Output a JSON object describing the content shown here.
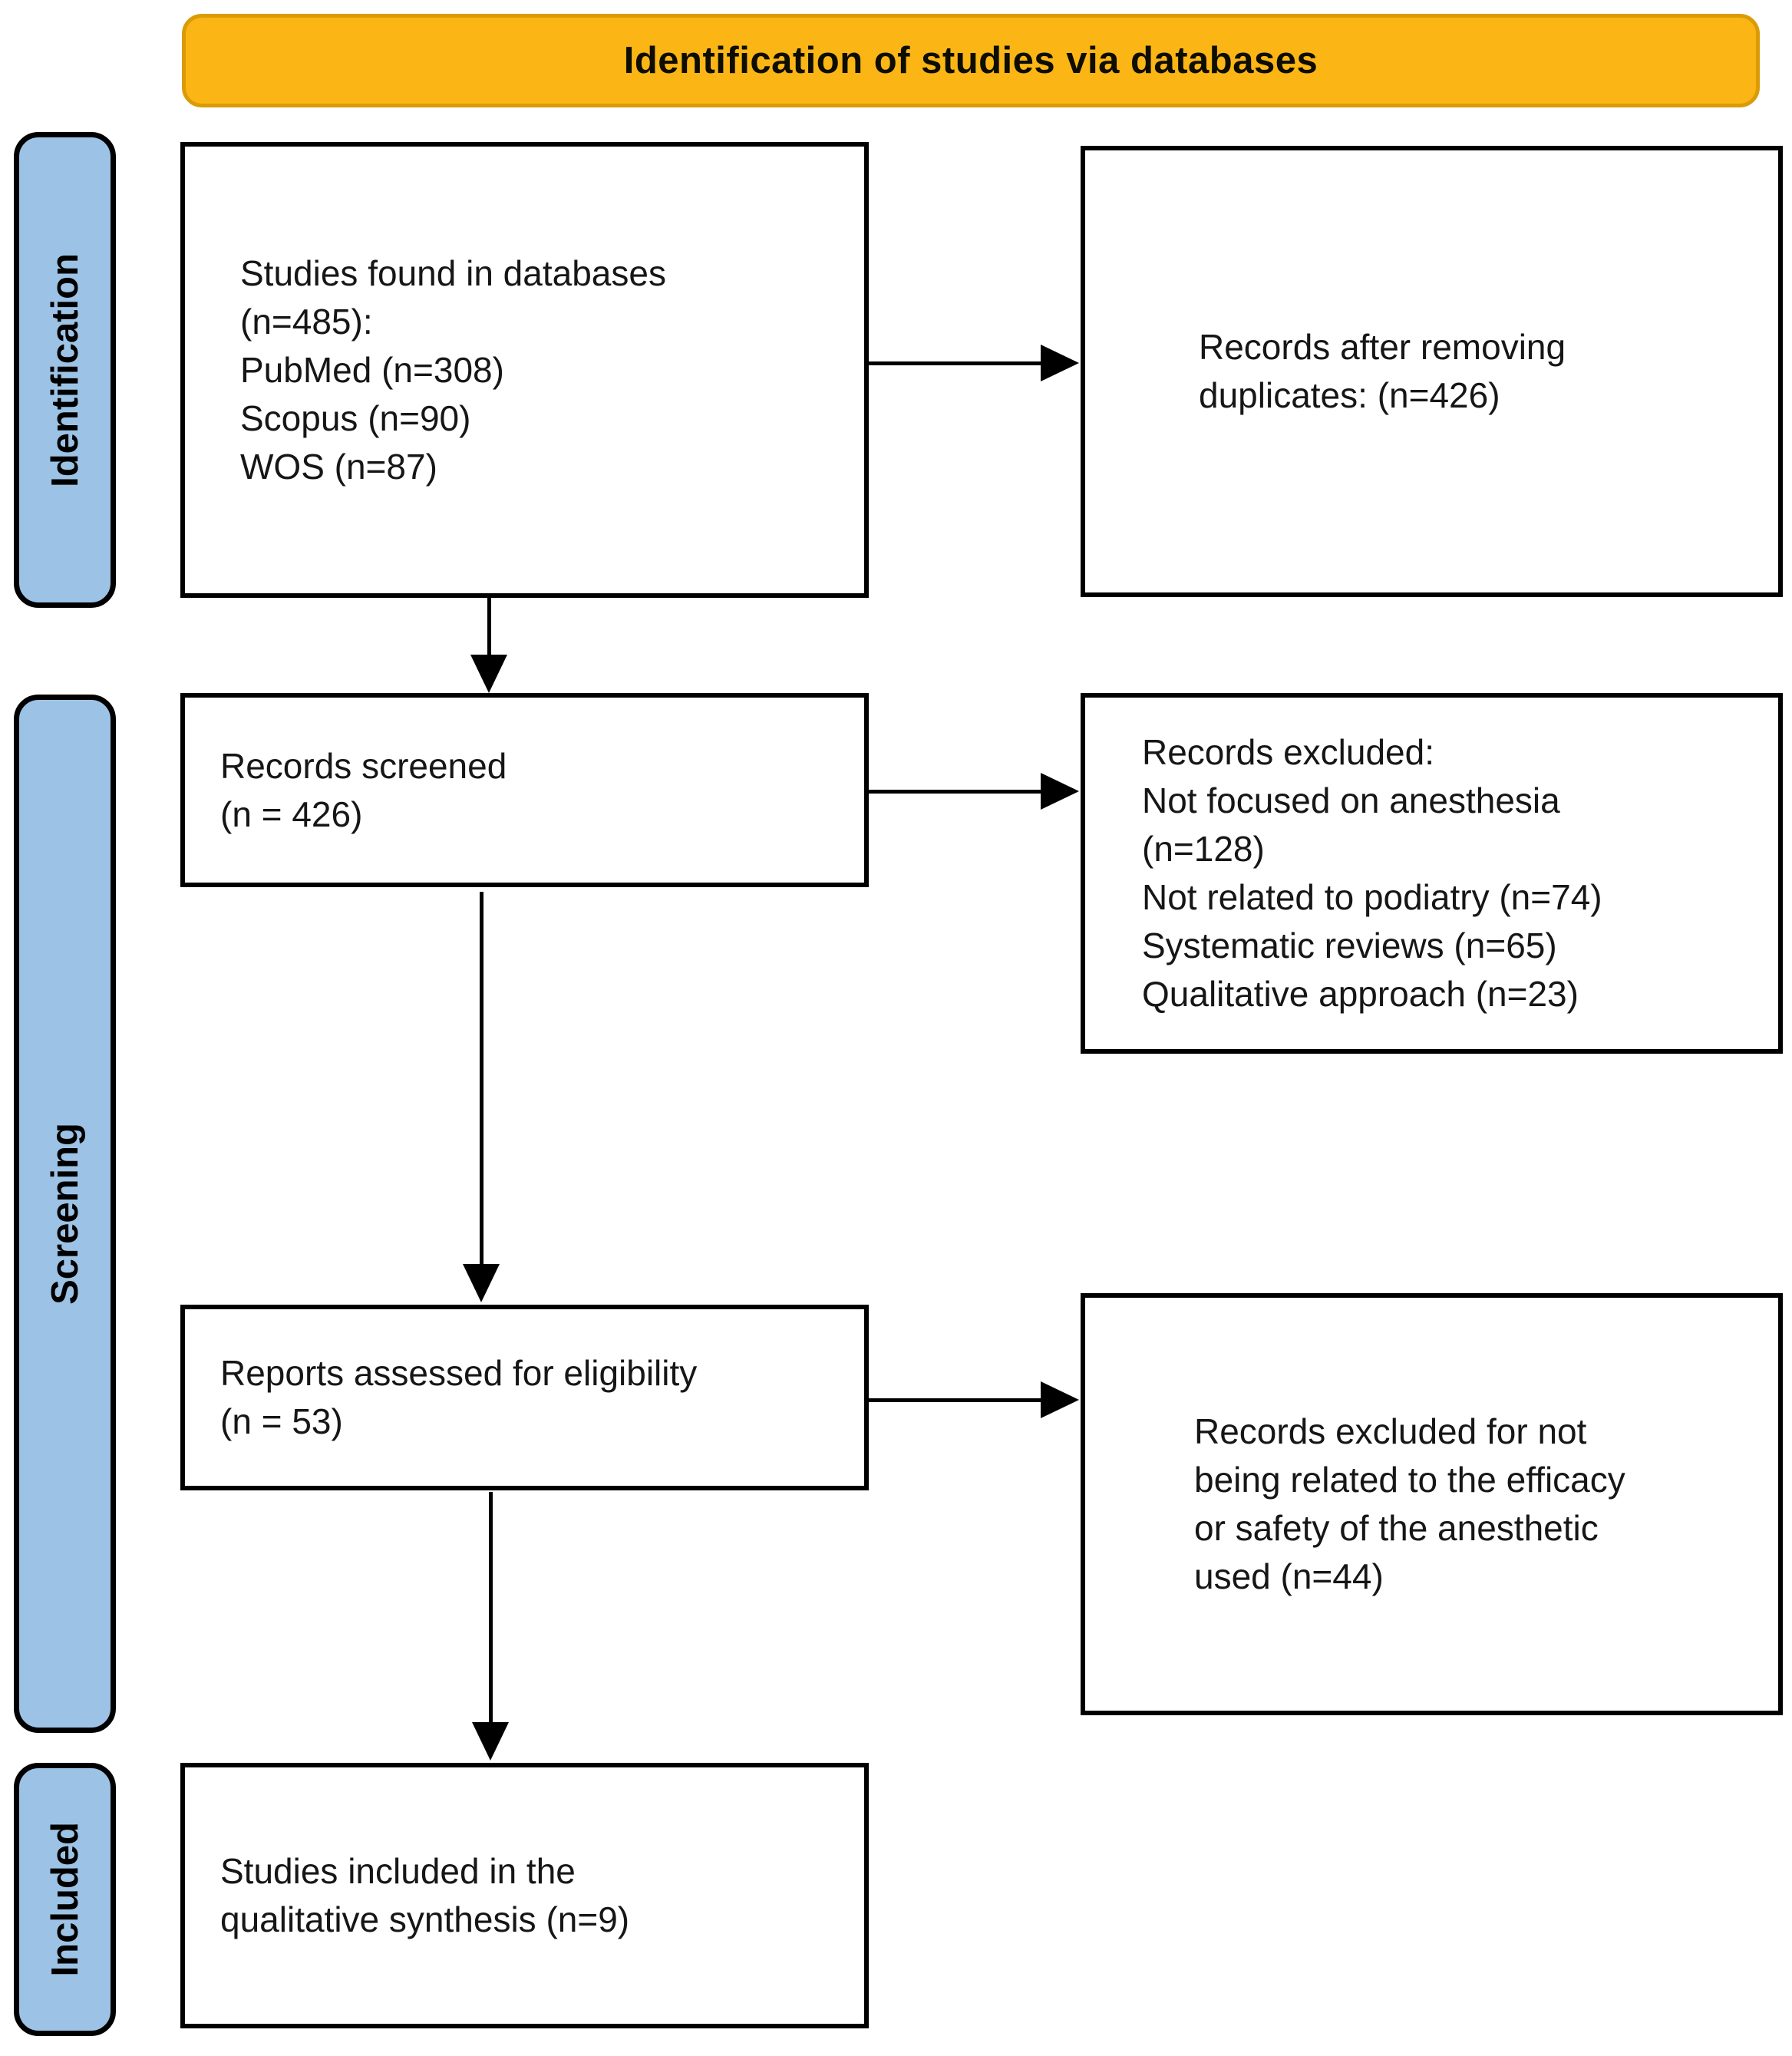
{
  "banner": {
    "title": "Identification of studies via databases"
  },
  "stage_labels": {
    "identification": "Identification",
    "screening": "Screening",
    "included": "Included"
  },
  "boxes": {
    "studies_found": {
      "lines": [
        "Studies found in databases",
        "(n=485):",
        "PubMed (n=308)",
        "Scopus (n=90)",
        "WOS (n=87)"
      ]
    },
    "after_duplicates": {
      "lines": [
        "Records after removing",
        "duplicates: (n=426)"
      ]
    },
    "records_screened": {
      "lines": [
        "Records screened",
        "(n = 426)"
      ]
    },
    "records_excluded": {
      "lines": [
        "Records excluded:",
        "Not focused on anesthesia",
        "(n=128)",
        "Not related to podiatry (n=74)",
        "Systematic reviews (n=65)",
        "Qualitative approach (n=23)"
      ]
    },
    "reports_assessed": {
      "lines": [
        "Reports assessed for eligibility",
        "(n = 53)"
      ]
    },
    "excluded_efficacy": {
      "lines": [
        "Records excluded for not",
        "being related to the efficacy",
        "or safety of the anesthetic",
        "used (n=44)"
      ]
    },
    "studies_included": {
      "lines": [
        "Studies included in the",
        "qualitative synthesis (n=9)"
      ]
    }
  },
  "colors": {
    "banner_fill": "#FBB515",
    "banner_border": "#DA9B06",
    "stage_fill": "#9CC3E5",
    "box_border": "#000000",
    "arrow": "#000000"
  }
}
